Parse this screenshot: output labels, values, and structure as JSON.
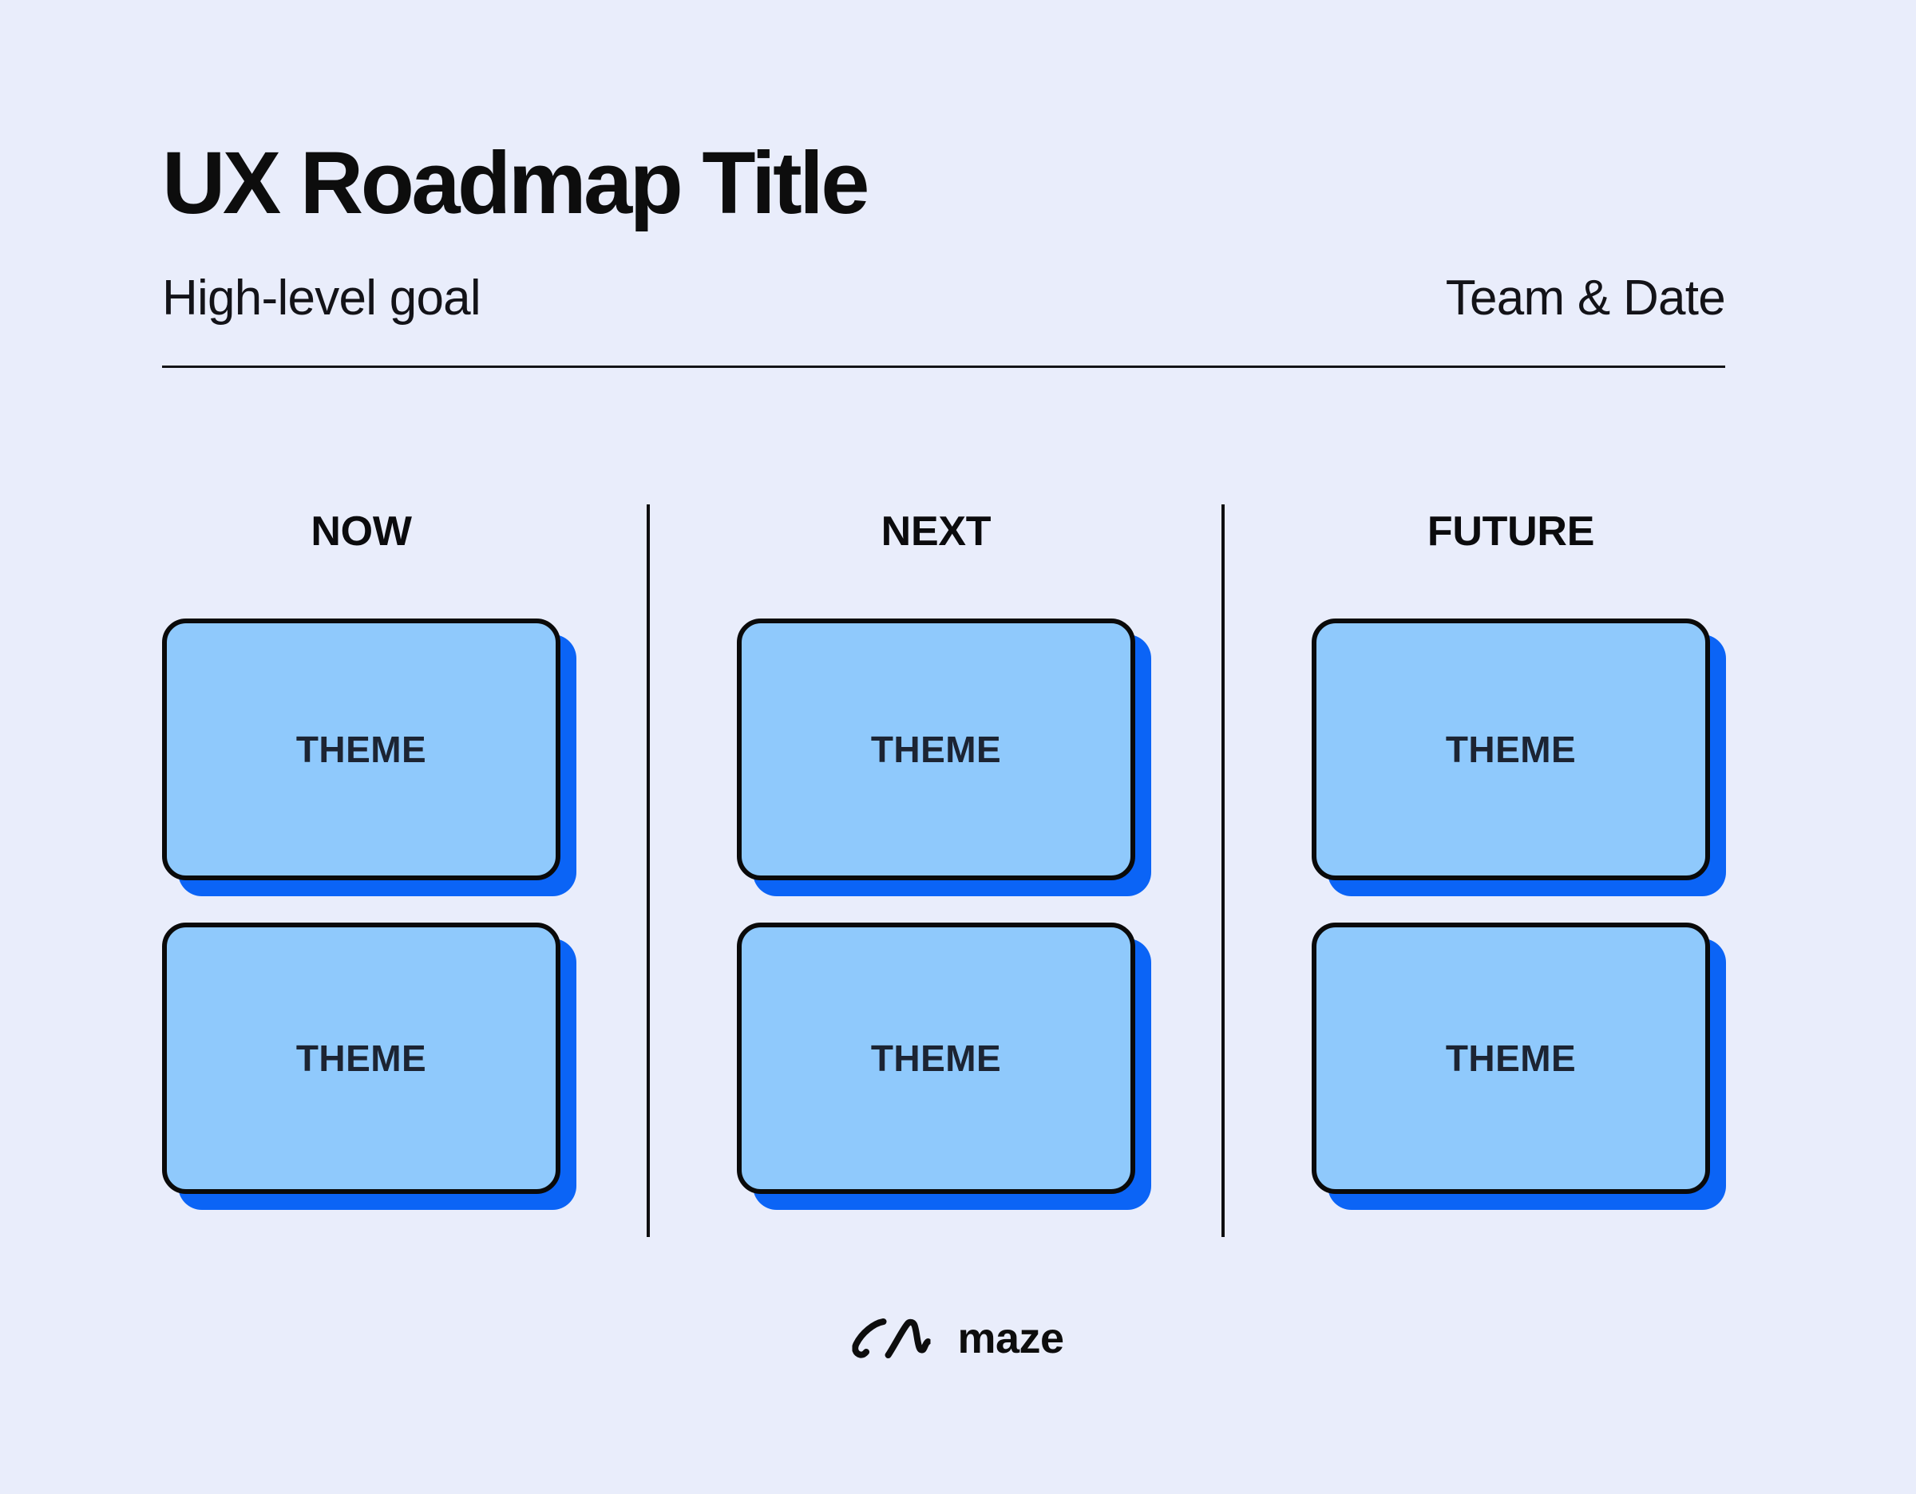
{
  "header": {
    "title": "UX Roadmap Title",
    "subtitle": "High-level goal",
    "team_date": "Team & Date"
  },
  "columns": [
    {
      "label": "NOW",
      "cards": [
        "THEME",
        "THEME"
      ]
    },
    {
      "label": "NEXT",
      "cards": [
        "THEME",
        "THEME"
      ]
    },
    {
      "label": "FUTURE",
      "cards": [
        "THEME",
        "THEME"
      ]
    }
  ],
  "footer": {
    "brand": "maze"
  },
  "colors": {
    "background": "#e9edfb",
    "card_fill": "#8fc9fc",
    "card_shadow": "#0b64f6",
    "ink": "#0d0d0d",
    "card_text": "#1c2433"
  }
}
